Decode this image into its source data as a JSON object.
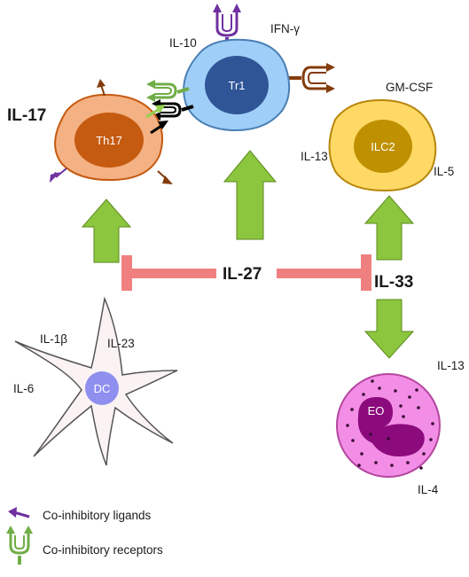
{
  "labels": {
    "il10": "IL-10",
    "ifng": "IFN-γ",
    "il17": "IL-17",
    "gmcsf": "GM-CSF",
    "il13_ilc2": "IL-13",
    "il5": "IL-5",
    "il27": "IL-27",
    "il33": "IL-33",
    "il1b": "IL-1β",
    "il23": "IL-23",
    "il6": "IL-6",
    "il13_eo": "IL-13",
    "il4": "IL-4"
  },
  "cells": {
    "tr1": "Tr1",
    "th17": "Th17",
    "ilc2": "ILC2",
    "dc": "DC",
    "eo": "EO"
  },
  "legend": {
    "ligands": "Co-inhibitory ligands",
    "receptors": "Co-inhibitory receptors"
  },
  "colors": {
    "stimulate_arrow": "#8cc63f",
    "inhibit_bar": "#f08080",
    "tr1_outer": "#9fcff8",
    "tr1_nucleus": "#2f5597",
    "th17_outer": "#f4b183",
    "th17_nucleus": "#c55a11",
    "ilc2_outer": "#ffd966",
    "ilc2_nucleus": "#bf9000",
    "eo_outer": "#f28ee6",
    "eo_nucleus": "#8b0a7c",
    "dc_body": "#fbf3f3",
    "dc_nucleus": "#8f8fef",
    "ligand": "#7030a0",
    "receptor": "#70ad47"
  }
}
